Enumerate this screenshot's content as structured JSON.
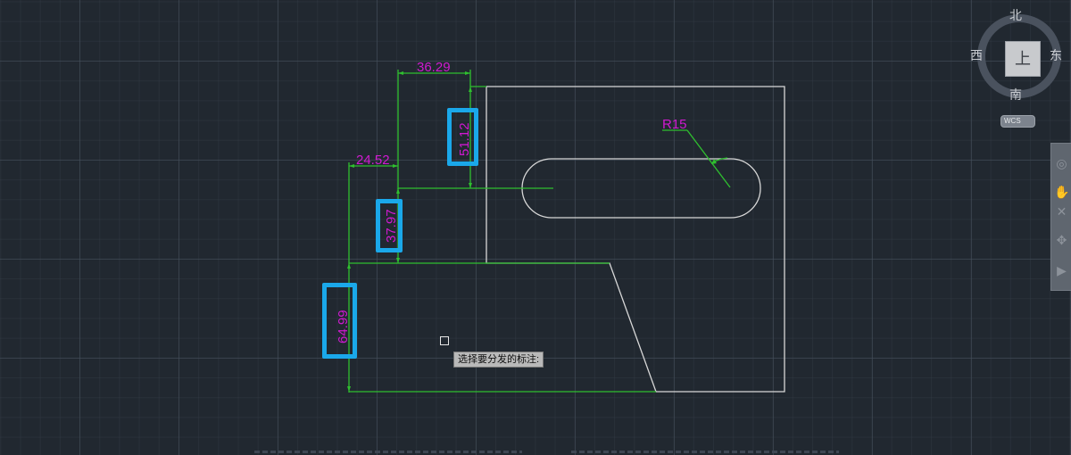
{
  "app": "AutoCAD drawing canvas",
  "colors": {
    "background": "#212830",
    "geometry": "#d8d8d8",
    "dimension_lines": "#2fbf2f",
    "dimension_text": "#d01ad0",
    "highlight": "#1aa8ea"
  },
  "dimensions": {
    "horizontal_top": "36.29",
    "horizontal_left": "24.52",
    "vertical_upper": "51.12",
    "vertical_middle": "37.97",
    "vertical_lower": "64.99",
    "radius": "R15"
  },
  "prompt": {
    "tooltip": "选择要分发的标注:"
  },
  "viewcube": {
    "north": "北",
    "south": "南",
    "east": "东",
    "west": "西",
    "face": "上",
    "wcs_label": "WCS"
  },
  "navbar": {
    "buttons": [
      {
        "name": "steering-wheel",
        "glyph": "◎"
      },
      {
        "name": "pan",
        "glyph": "✋"
      },
      {
        "name": "zoom",
        "glyph": "✕"
      },
      {
        "name": "orbit",
        "glyph": "✥"
      },
      {
        "name": "showmotion",
        "glyph": "▶"
      }
    ]
  }
}
